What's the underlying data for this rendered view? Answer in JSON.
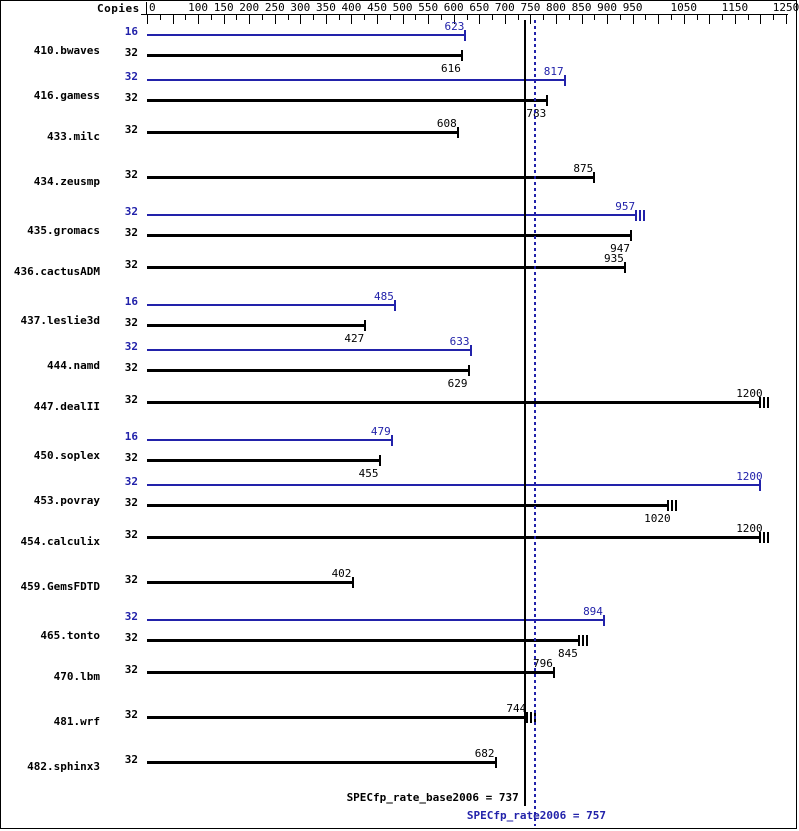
{
  "header": {
    "copies_label": "Copies"
  },
  "axis": {
    "min": 0,
    "max": 1250,
    "labels": [
      "0",
      "100",
      "150",
      "200",
      "250",
      "300",
      "350",
      "400",
      "450",
      "500",
      "550",
      "600",
      "650",
      "700",
      "750",
      "800",
      "850",
      "900",
      "950",
      "1050",
      "1150",
      "1250"
    ],
    "label_values": [
      0,
      100,
      150,
      200,
      250,
      300,
      350,
      400,
      450,
      500,
      550,
      600,
      650,
      700,
      750,
      800,
      850,
      900,
      950,
      1050,
      1150,
      1250
    ]
  },
  "reference_lines": {
    "base": {
      "value": 737,
      "color": "#000000"
    },
    "peak": {
      "value": 757,
      "color": "#2222aa"
    }
  },
  "summary": {
    "base_text": "SPECfp_rate_base2006 = 737",
    "peak_text": "SPECfp_rate2006 = 757"
  },
  "colors": {
    "base": "#000000",
    "peak": "#2222aa"
  },
  "chart_data": {
    "type": "bar",
    "title": "",
    "xlabel": "",
    "ylabel": "",
    "xlim": [
      0,
      1250
    ],
    "orientation": "horizontal",
    "grid": false,
    "legend": [
      "SPECfp_rate_base2006 = 737",
      "SPECfp_rate2006 = 757"
    ],
    "categories": [
      "410.bwaves",
      "416.gamess",
      "433.milc",
      "434.zeusmp",
      "435.gromacs",
      "436.cactusADM",
      "437.leslie3d",
      "444.namd",
      "447.dealII",
      "450.soplex",
      "453.povray",
      "454.calculix",
      "459.GemsFDTD",
      "465.tonto",
      "470.lbm",
      "481.wrf",
      "482.sphinx3"
    ],
    "series": [
      {
        "name": "peak",
        "values": [
          623,
          817,
          null,
          null,
          957,
          null,
          485,
          633,
          null,
          479,
          1200,
          null,
          null,
          894,
          null,
          null,
          null
        ]
      },
      {
        "name": "base",
        "values": [
          616,
          783,
          608,
          875,
          947,
          935,
          427,
          629,
          1200,
          455,
          1020,
          1200,
          402,
          845,
          796,
          744,
          682
        ]
      }
    ],
    "rows": [
      {
        "name": "410.bwaves",
        "peak": {
          "copies": "16",
          "value": 623,
          "label": "623",
          "clipped": false
        },
        "base": {
          "copies": "32",
          "value": 616,
          "label": "616",
          "clipped": false
        }
      },
      {
        "name": "416.gamess",
        "peak": {
          "copies": "32",
          "value": 817,
          "label": "817",
          "clipped": false
        },
        "base": {
          "copies": "32",
          "value": 783,
          "label": "783",
          "clipped": false
        }
      },
      {
        "name": "433.milc",
        "peak": null,
        "base": {
          "copies": "32",
          "value": 608,
          "label": "608",
          "clipped": false
        }
      },
      {
        "name": "434.zeusmp",
        "peak": null,
        "base": {
          "copies": "32",
          "value": 875,
          "label": "875",
          "clipped": false
        }
      },
      {
        "name": "435.gromacs",
        "peak": {
          "copies": "32",
          "value": 957,
          "label": "957",
          "clipped": true
        },
        "base": {
          "copies": "32",
          "value": 947,
          "label": "947",
          "clipped": false
        }
      },
      {
        "name": "436.cactusADM",
        "peak": null,
        "base": {
          "copies": "32",
          "value": 935,
          "label": "935",
          "clipped": false
        }
      },
      {
        "name": "437.leslie3d",
        "peak": {
          "copies": "16",
          "value": 485,
          "label": "485",
          "clipped": false
        },
        "base": {
          "copies": "32",
          "value": 427,
          "label": "427",
          "clipped": false
        }
      },
      {
        "name": "444.namd",
        "peak": {
          "copies": "32",
          "value": 633,
          "label": "633",
          "clipped": false
        },
        "base": {
          "copies": "32",
          "value": 629,
          "label": "629",
          "clipped": false
        }
      },
      {
        "name": "447.dealII",
        "peak": null,
        "base": {
          "copies": "32",
          "value": 1200,
          "label": "1200",
          "clipped": true
        }
      },
      {
        "name": "450.soplex",
        "peak": {
          "copies": "16",
          "value": 479,
          "label": "479",
          "clipped": false
        },
        "base": {
          "copies": "32",
          "value": 455,
          "label": "455",
          "clipped": false
        }
      },
      {
        "name": "453.povray",
        "peak": {
          "copies": "32",
          "value": 1200,
          "label": "1200",
          "clipped": false
        },
        "base": {
          "copies": "32",
          "value": 1020,
          "label": "1020",
          "clipped": true
        }
      },
      {
        "name": "454.calculix",
        "peak": null,
        "base": {
          "copies": "32",
          "value": 1200,
          "label": "1200",
          "clipped": true
        }
      },
      {
        "name": "459.GemsFDTD",
        "peak": null,
        "base": {
          "copies": "32",
          "value": 402,
          "label": "402",
          "clipped": false
        }
      },
      {
        "name": "465.tonto",
        "peak": {
          "copies": "32",
          "value": 894,
          "label": "894",
          "clipped": false
        },
        "base": {
          "copies": "32",
          "value": 845,
          "label": "845",
          "clipped": true
        }
      },
      {
        "name": "470.lbm",
        "peak": null,
        "base": {
          "copies": "32",
          "value": 796,
          "label": "796",
          "clipped": false
        }
      },
      {
        "name": "481.wrf",
        "peak": null,
        "base": {
          "copies": "32",
          "value": 744,
          "label": "744",
          "clipped": true
        }
      },
      {
        "name": "482.sphinx3",
        "peak": null,
        "base": {
          "copies": "32",
          "value": 682,
          "label": "682",
          "clipped": false
        }
      }
    ]
  }
}
